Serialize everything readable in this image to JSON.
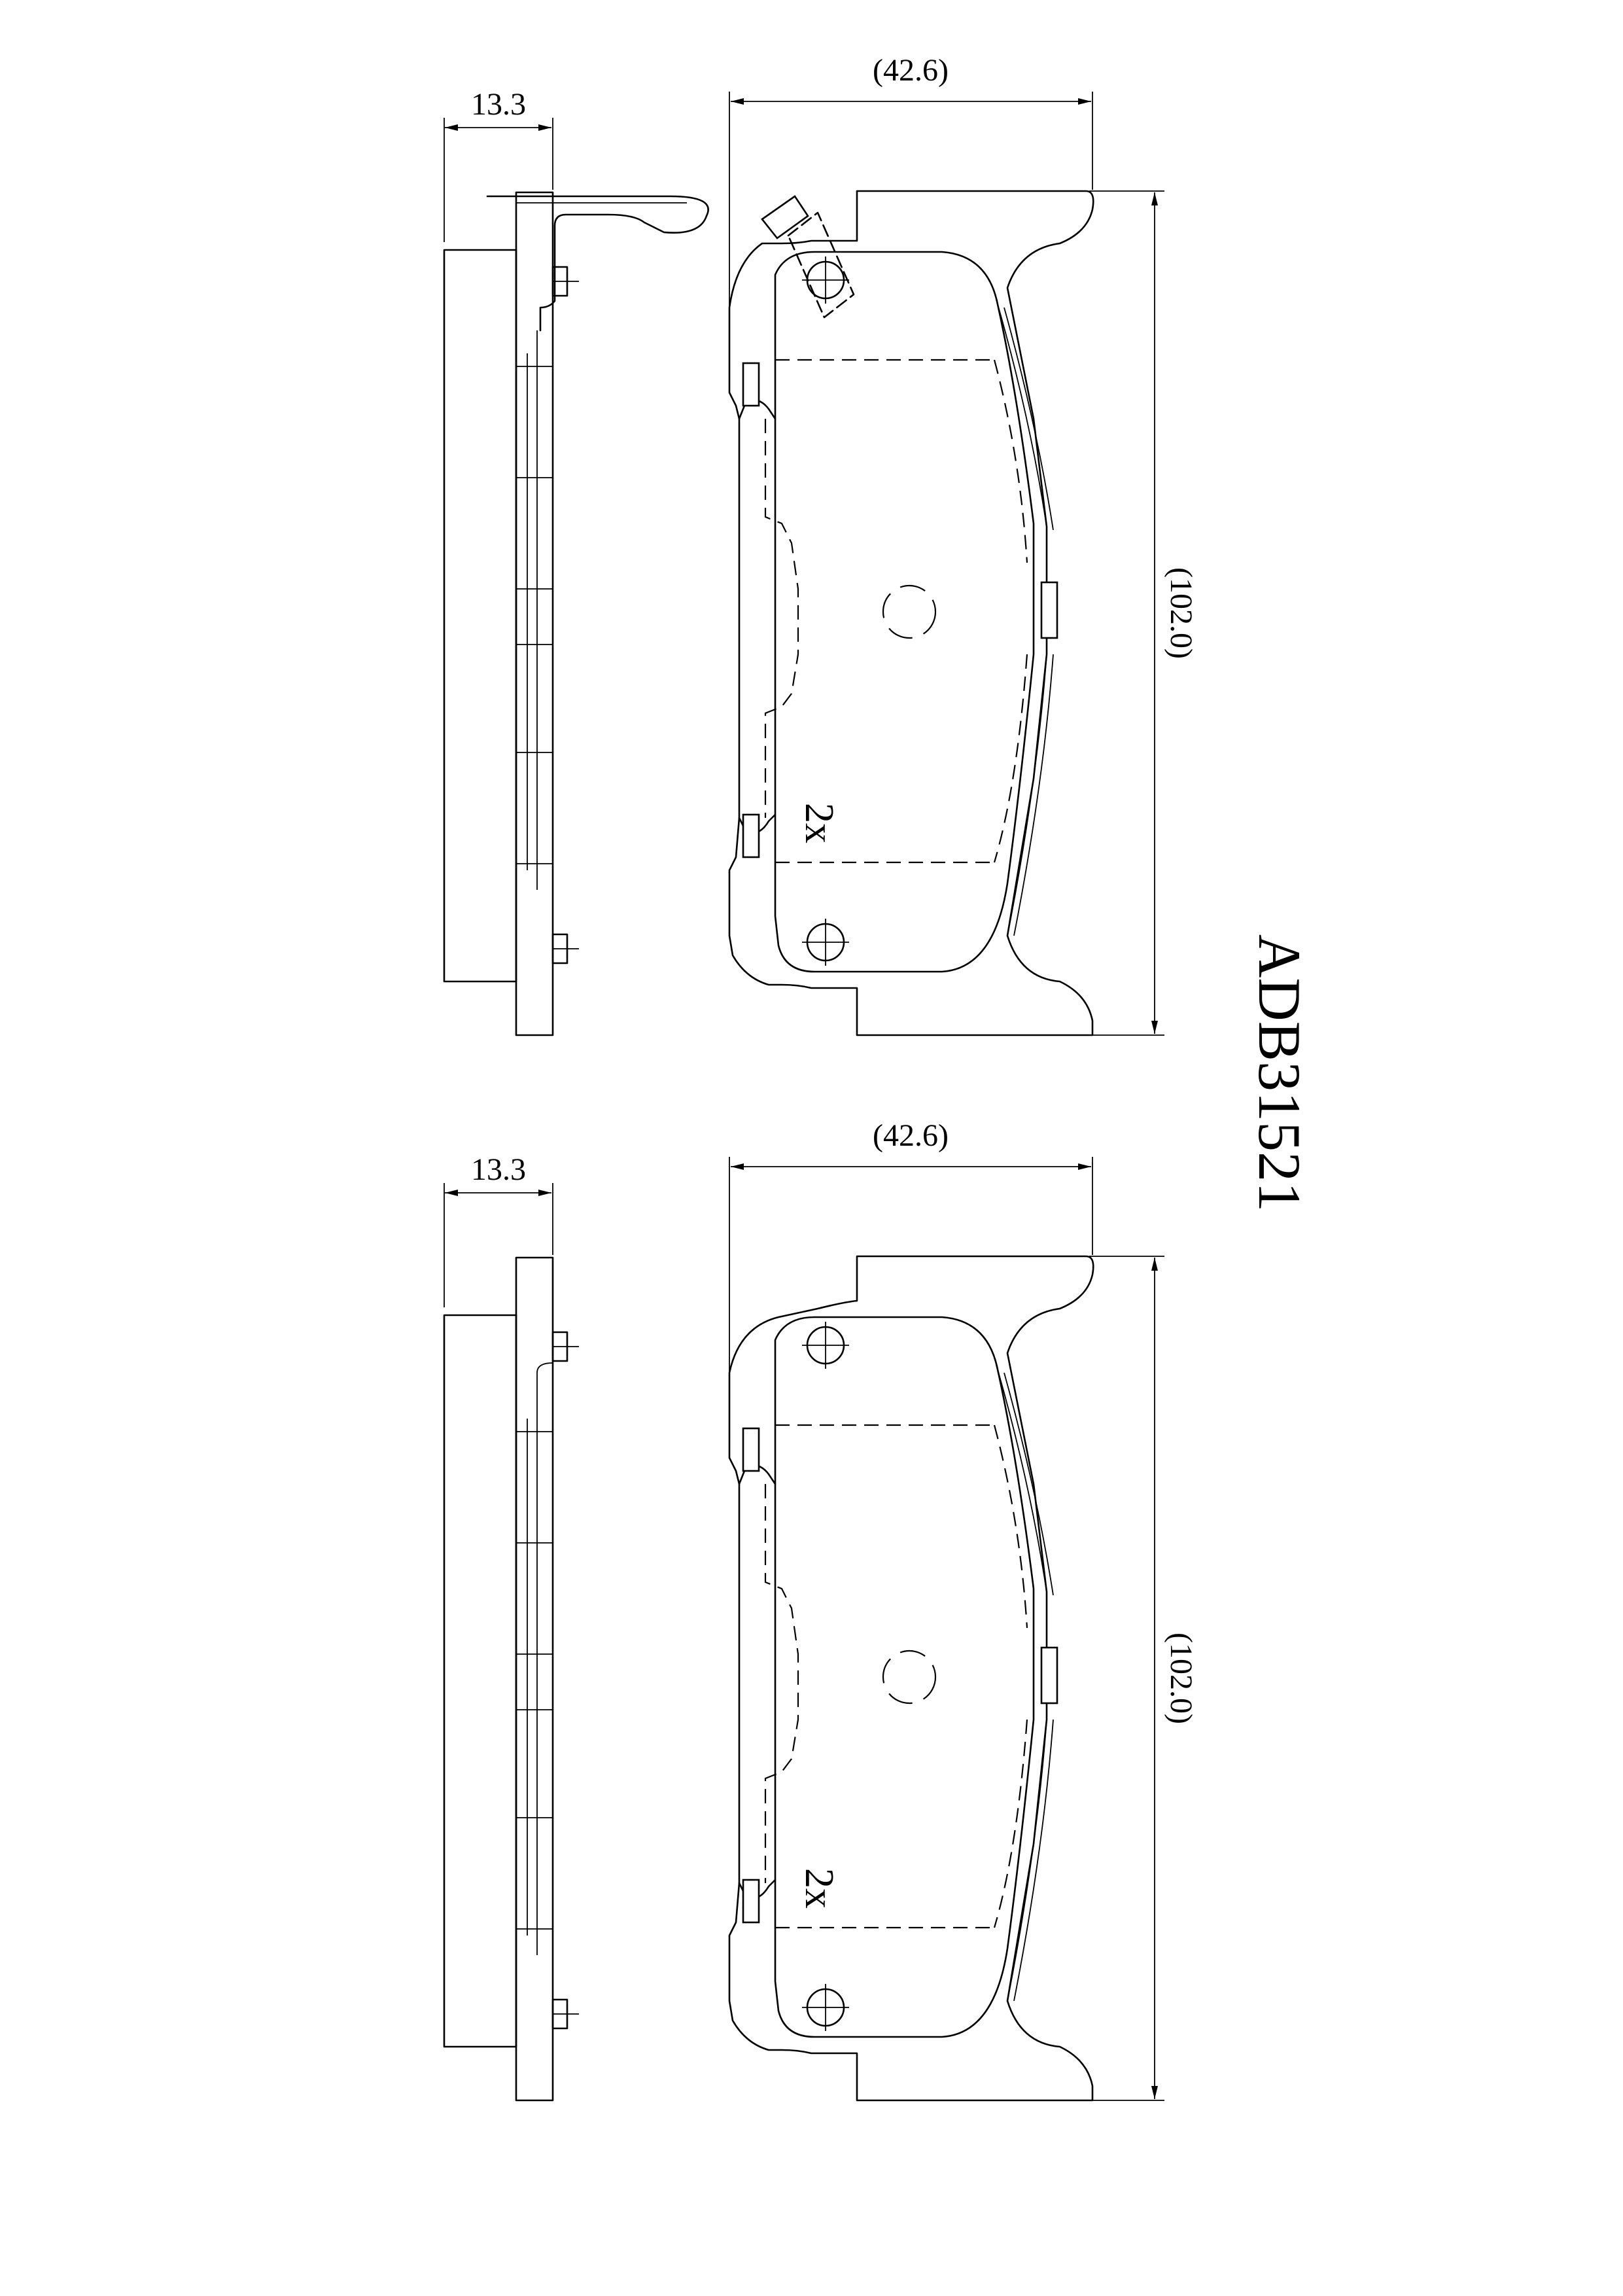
{
  "part_code": "ADB31521",
  "pads": [
    {
      "thickness_label": "13.3",
      "width_label": "(42.6)",
      "height_label": "(102.0)",
      "multiplier_label": "2x",
      "has_wear_sensor": true
    },
    {
      "thickness_label": "13.3",
      "width_label": "(42.6)",
      "height_label": "(102.0)",
      "multiplier_label": "2x",
      "has_wear_sensor": false
    }
  ]
}
